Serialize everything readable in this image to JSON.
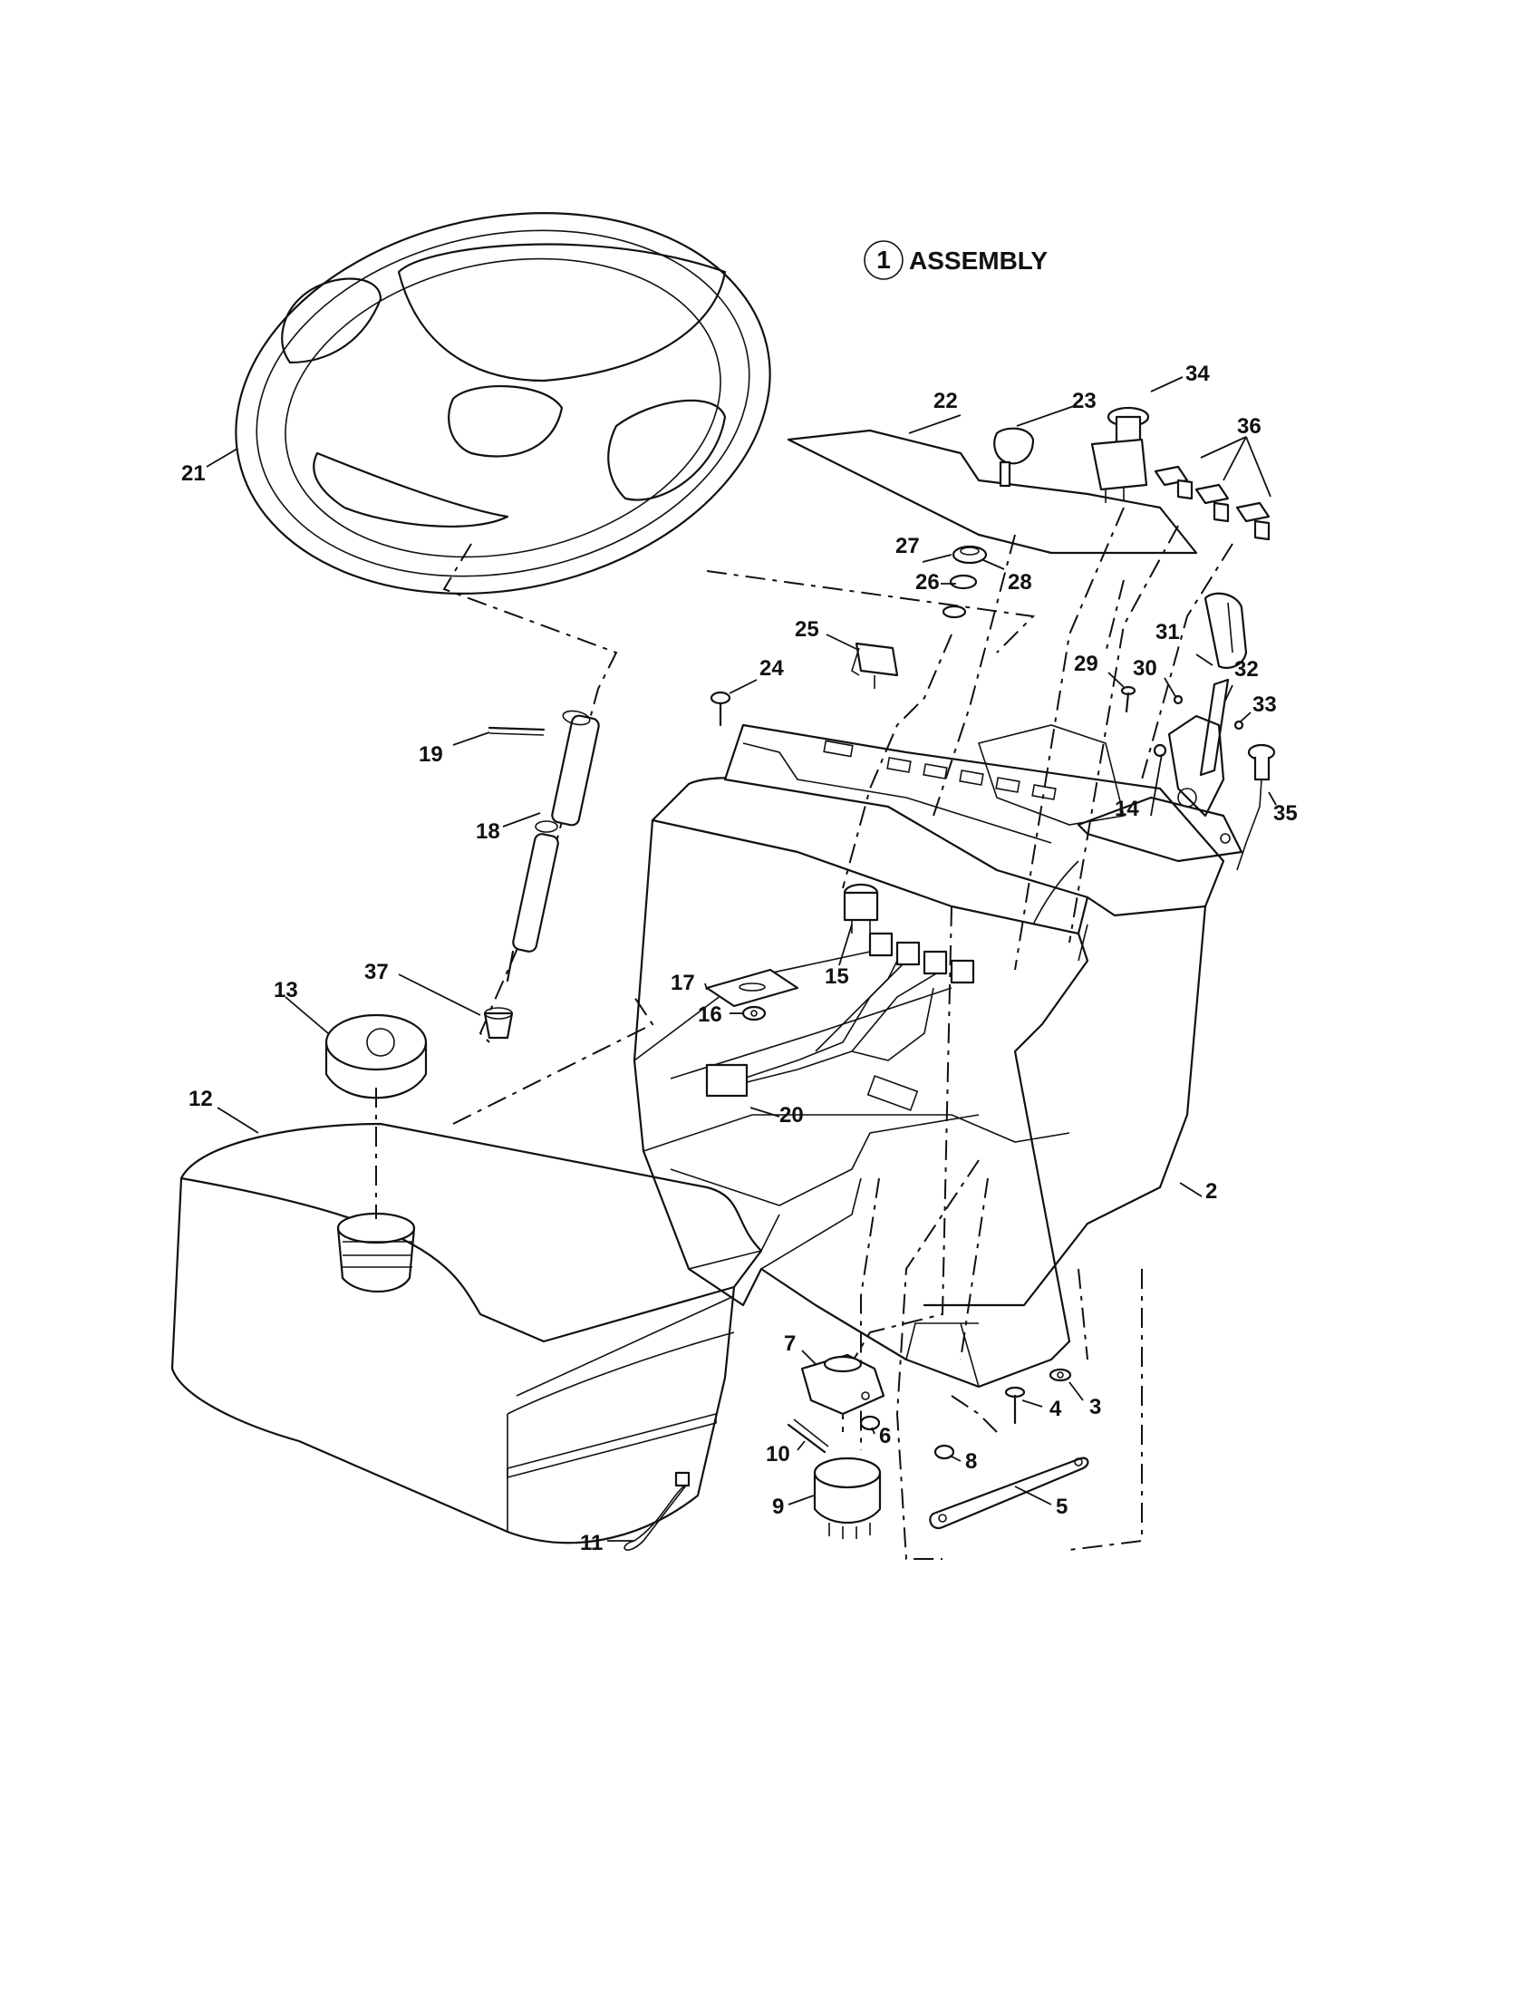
{
  "assembly": {
    "number": "1",
    "label": "ASSEMBLY"
  },
  "callouts": [
    {
      "id": "2",
      "label": "2"
    },
    {
      "id": "3",
      "label": "3"
    },
    {
      "id": "4",
      "label": "4"
    },
    {
      "id": "5",
      "label": "5"
    },
    {
      "id": "6",
      "label": "6"
    },
    {
      "id": "7",
      "label": "7"
    },
    {
      "id": "8",
      "label": "8"
    },
    {
      "id": "9",
      "label": "9"
    },
    {
      "id": "10",
      "label": "10"
    },
    {
      "id": "11",
      "label": "11"
    },
    {
      "id": "12",
      "label": "12"
    },
    {
      "id": "13",
      "label": "13"
    },
    {
      "id": "14",
      "label": "14"
    },
    {
      "id": "15",
      "label": "15"
    },
    {
      "id": "16",
      "label": "16"
    },
    {
      "id": "17",
      "label": "17"
    },
    {
      "id": "18",
      "label": "18"
    },
    {
      "id": "19",
      "label": "19"
    },
    {
      "id": "20",
      "label": "20"
    },
    {
      "id": "21",
      "label": "21"
    },
    {
      "id": "22",
      "label": "22"
    },
    {
      "id": "23",
      "label": "23"
    },
    {
      "id": "24",
      "label": "24"
    },
    {
      "id": "25",
      "label": "25"
    },
    {
      "id": "26",
      "label": "26"
    },
    {
      "id": "27",
      "label": "27"
    },
    {
      "id": "28",
      "label": "28"
    },
    {
      "id": "29",
      "label": "29"
    },
    {
      "id": "30",
      "label": "30"
    },
    {
      "id": "31",
      "label": "31"
    },
    {
      "id": "32",
      "label": "32"
    },
    {
      "id": "33",
      "label": "33"
    },
    {
      "id": "34",
      "label": "34"
    },
    {
      "id": "35",
      "label": "35"
    },
    {
      "id": "36",
      "label": "36"
    },
    {
      "id": "37",
      "label": "37"
    }
  ]
}
